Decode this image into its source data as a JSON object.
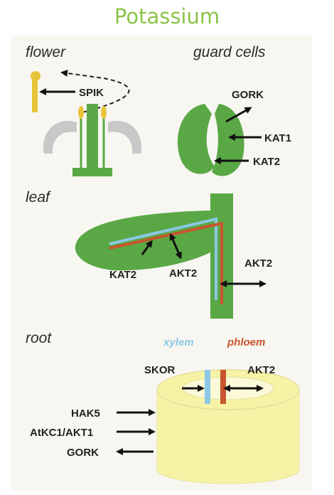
{
  "title": "Potassium",
  "sections": {
    "flower": "flower",
    "guard_cells": "guard cells",
    "leaf": "leaf",
    "root": "root"
  },
  "labels": {
    "spik": "SPIK",
    "gork_guard": "GORK",
    "kat1": "KAT1",
    "kat2_guard": "KAT2",
    "kat2_leaf": "KAT2",
    "akt2_leaf": "AKT2",
    "akt2_stem": "AKT2",
    "xylem": "xylem",
    "phloem": "phloem",
    "skor": "SKOR",
    "akt2_root": "AKT2",
    "hak5": "HAK5",
    "atkc1": "AtKC1/AKT1",
    "gork_root": "GORK"
  },
  "colors": {
    "title": "#8cc34a",
    "plant_green": "#5aa845",
    "xylem": "#8cc8e6",
    "phloem": "#c8552e",
    "root_fill": "#f6f3a6",
    "anther": "#e8c43a",
    "petal": "#c8c8c8"
  }
}
